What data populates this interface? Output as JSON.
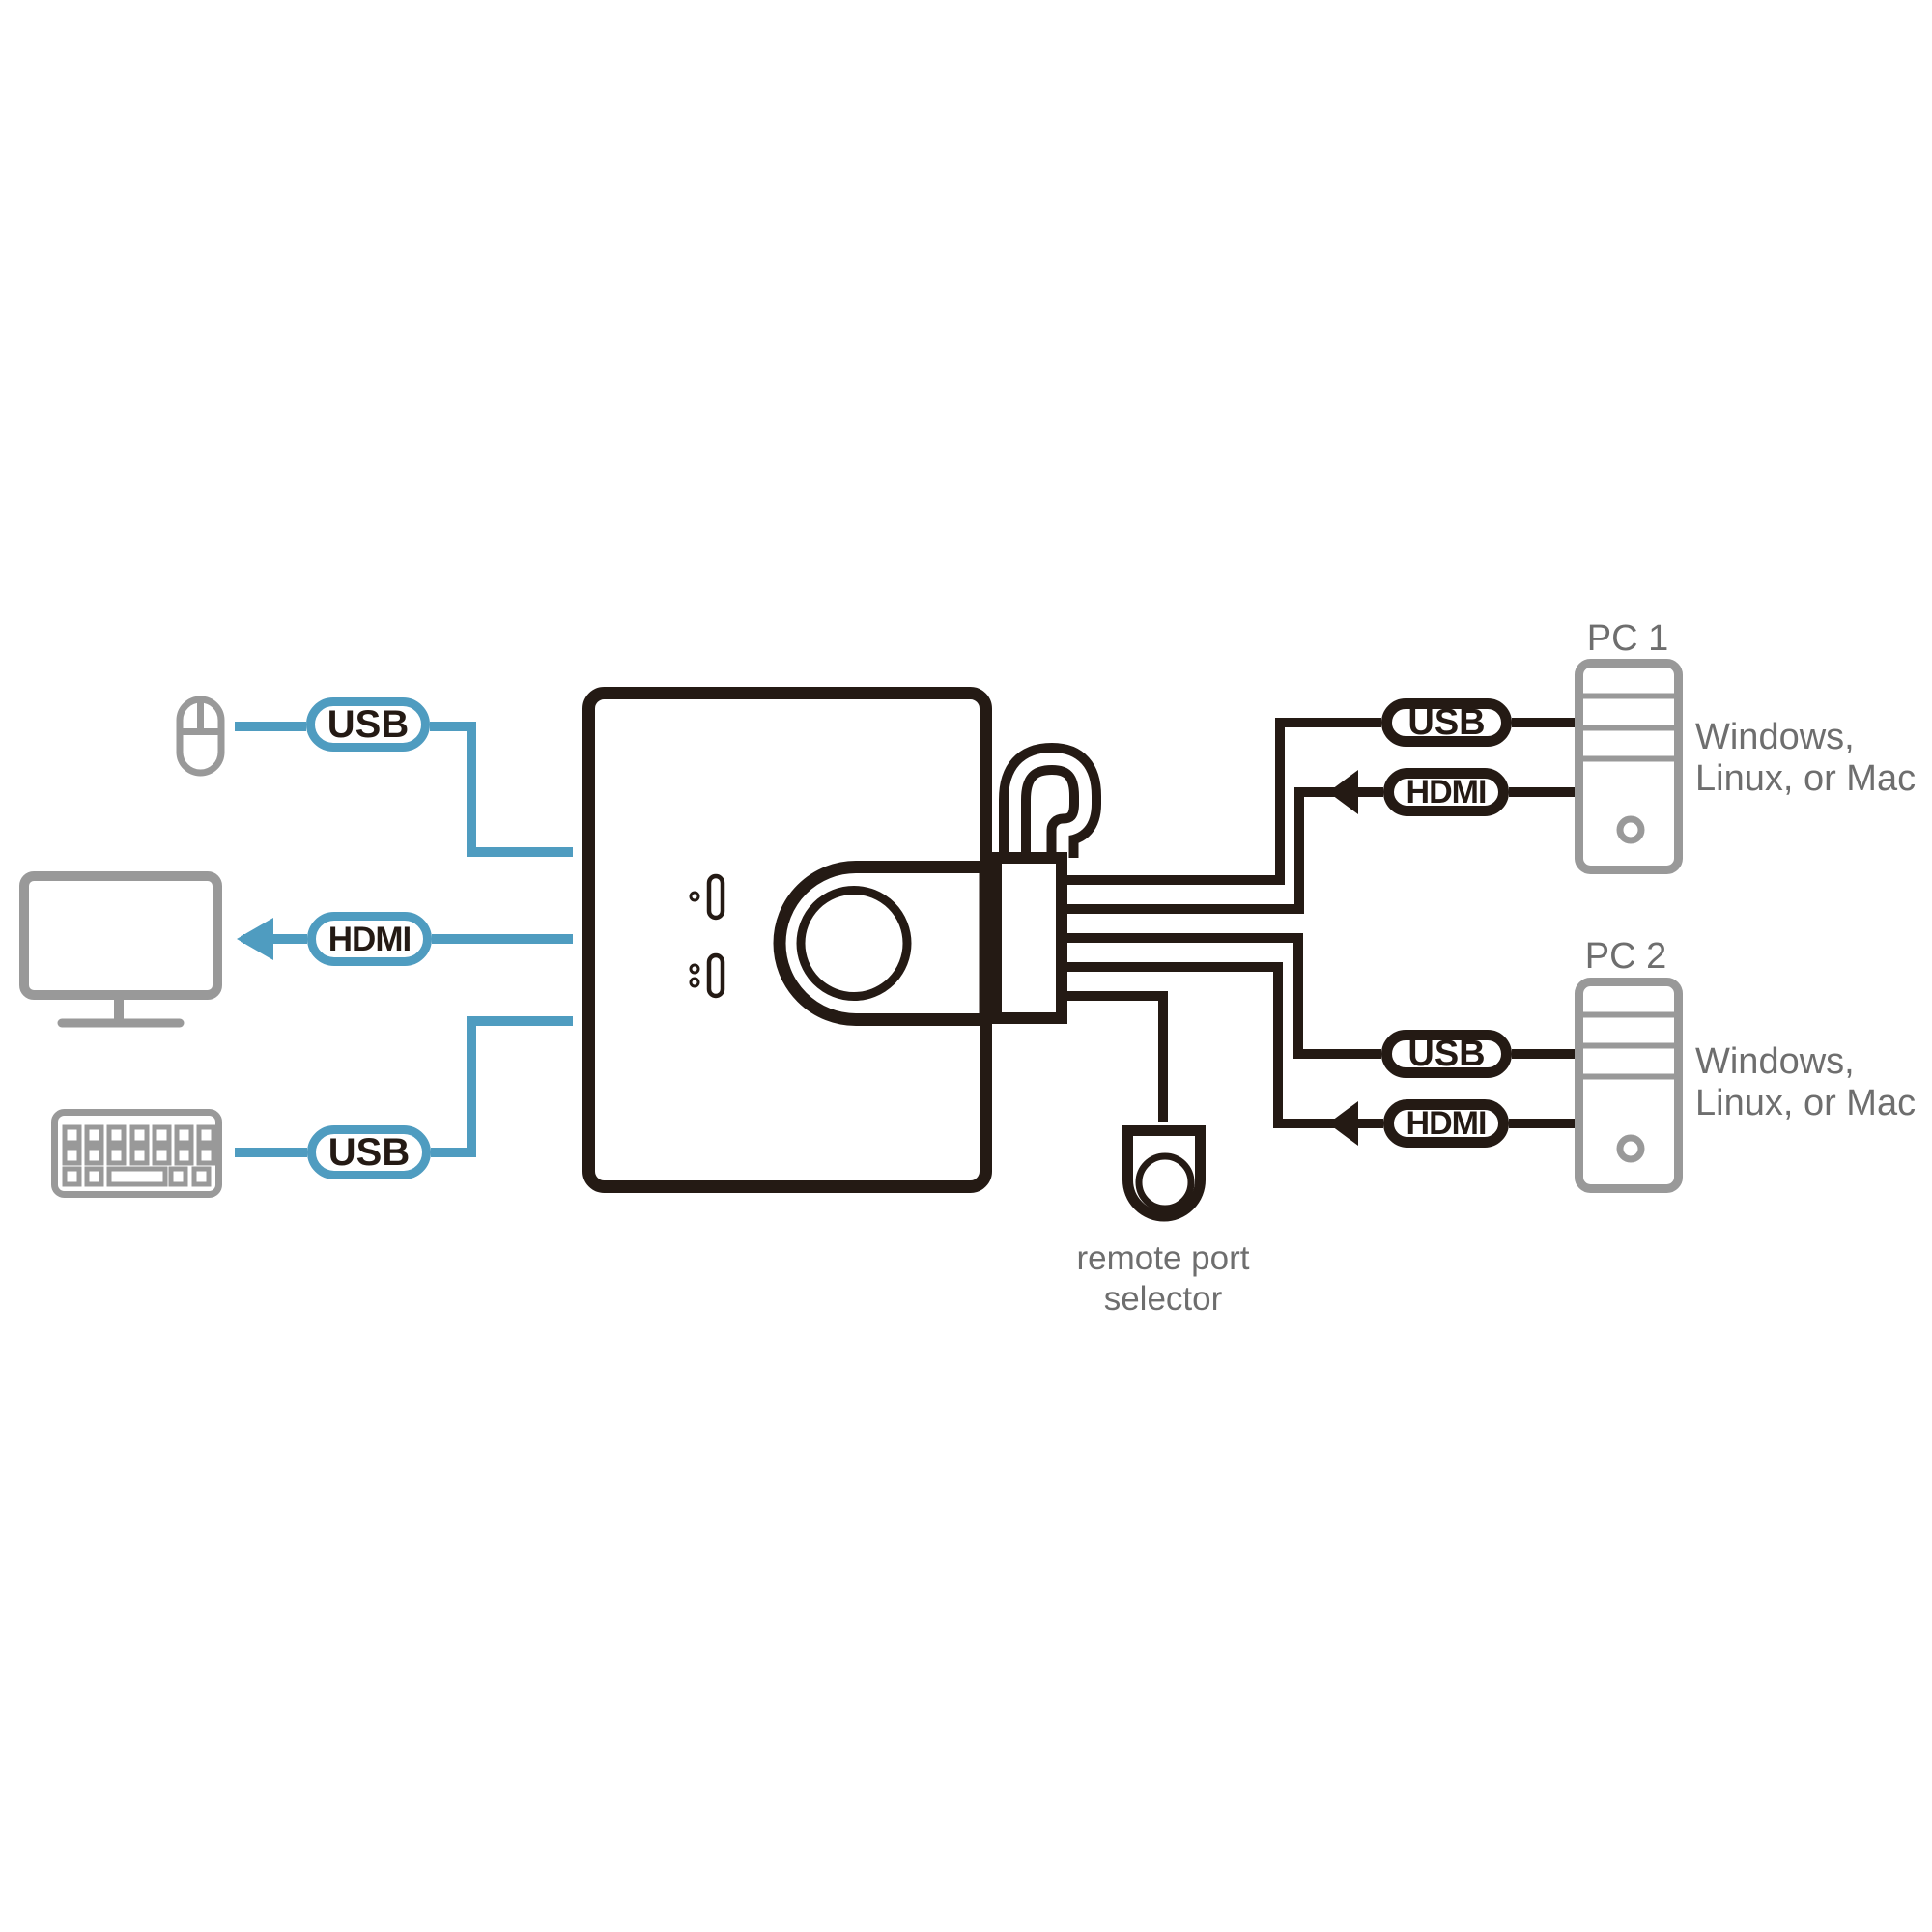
{
  "colors": {
    "accent_blue": "#4F9CC0",
    "line_black": "#241A14",
    "device_gray": "#999999",
    "text_gray": "#6E6E6E"
  },
  "console_side": {
    "mouse_usb_label": "USB",
    "monitor_hdmi_label": "HDMI",
    "keyboard_usb_label": "USB"
  },
  "switch": {
    "remote_selector_line1": "remote port",
    "remote_selector_line2": "selector"
  },
  "pc1": {
    "title": "PC 1",
    "usb_label": "USB",
    "hdmi_label": "HDMI",
    "os_line1": "Windows,",
    "os_line2": "Linux, or Mac"
  },
  "pc2": {
    "title": "PC 2",
    "usb_label": "USB",
    "hdmi_label": "HDMI",
    "os_line1": "Windows,",
    "os_line2": "Linux, or Mac"
  }
}
